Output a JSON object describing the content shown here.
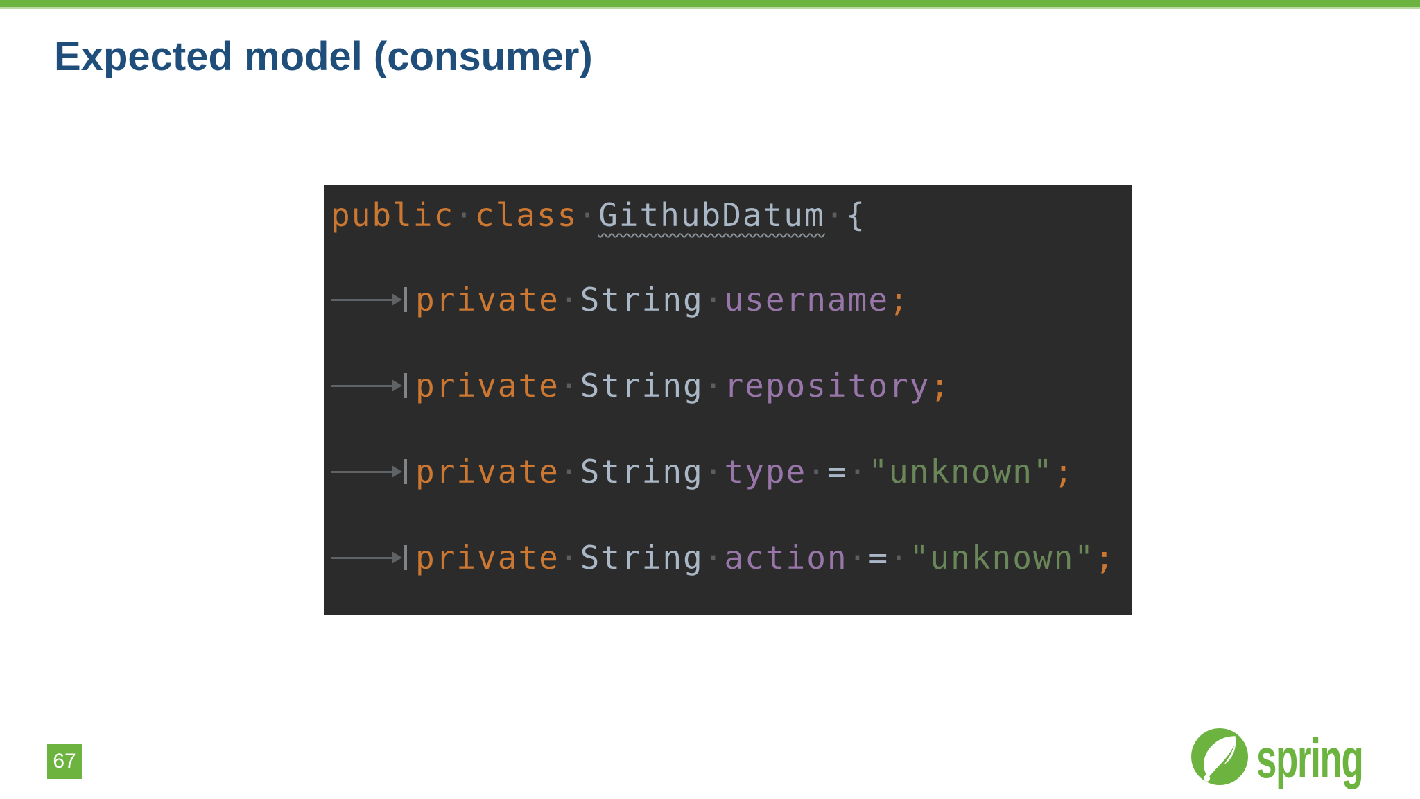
{
  "slide": {
    "title": "Expected model (consumer)",
    "page_number": "67",
    "accent_green": "#6DB33F",
    "title_color": "#1F4E7B",
    "background": "#FFFFFF"
  },
  "logo": {
    "text": "spring",
    "color": "#6DB33F",
    "icon": "spring-leaf-icon"
  },
  "code_editor": {
    "theme": "darcula",
    "background_color": "#2B2B2B",
    "token_colors": {
      "keyword": "#CC7832",
      "default": "#A9B7C6",
      "class_name": "#A9B7C6",
      "field": "#9876AA",
      "string": "#6A8759",
      "semicolon": "#CC7832",
      "whitespace_dot": "#5A5E60",
      "tab_indicator": "#606366"
    },
    "lines": [
      {
        "text": "public class GithubDatum {",
        "indent": 0,
        "tokens": [
          {
            "text": "public",
            "type": "kw"
          },
          {
            "text": "·",
            "type": "ws"
          },
          {
            "text": "class",
            "type": "kw"
          },
          {
            "text": "·",
            "type": "ws"
          },
          {
            "text": "GithubDatum",
            "type": "cls"
          },
          {
            "text": "·",
            "type": "ws"
          },
          {
            "text": "{",
            "type": "plain"
          }
        ]
      },
      {
        "text": "\tprivate String username;",
        "indent": 1,
        "tokens": [
          {
            "text": "private",
            "type": "kw"
          },
          {
            "text": "·",
            "type": "ws"
          },
          {
            "text": "String",
            "type": "plain"
          },
          {
            "text": "·",
            "type": "ws"
          },
          {
            "text": "username",
            "type": "field"
          },
          {
            "text": ";",
            "type": "sem"
          }
        ]
      },
      {
        "text": "\tprivate String repository;",
        "indent": 1,
        "tokens": [
          {
            "text": "private",
            "type": "kw"
          },
          {
            "text": "·",
            "type": "ws"
          },
          {
            "text": "String",
            "type": "plain"
          },
          {
            "text": "·",
            "type": "ws"
          },
          {
            "text": "repository",
            "type": "field"
          },
          {
            "text": ";",
            "type": "sem"
          }
        ]
      },
      {
        "text": "\tprivate String type = \"unknown\";",
        "indent": 1,
        "tokens": [
          {
            "text": "private",
            "type": "kw"
          },
          {
            "text": "·",
            "type": "ws"
          },
          {
            "text": "String",
            "type": "plain"
          },
          {
            "text": "·",
            "type": "ws"
          },
          {
            "text": "type",
            "type": "field"
          },
          {
            "text": "·",
            "type": "ws"
          },
          {
            "text": "=",
            "type": "plain"
          },
          {
            "text": "·",
            "type": "ws"
          },
          {
            "text": "\"unknown\"",
            "type": "str"
          },
          {
            "text": ";",
            "type": "sem"
          }
        ]
      },
      {
        "text": "\tprivate String action = \"unknown\";",
        "indent": 1,
        "tokens": [
          {
            "text": "private",
            "type": "kw"
          },
          {
            "text": "·",
            "type": "ws"
          },
          {
            "text": "String",
            "type": "plain"
          },
          {
            "text": "·",
            "type": "ws"
          },
          {
            "text": "action",
            "type": "field"
          },
          {
            "text": "·",
            "type": "ws"
          },
          {
            "text": "=",
            "type": "plain"
          },
          {
            "text": "·",
            "type": "ws"
          },
          {
            "text": "\"unknown\"",
            "type": "str"
          },
          {
            "text": ";",
            "type": "sem"
          }
        ]
      }
    ]
  }
}
